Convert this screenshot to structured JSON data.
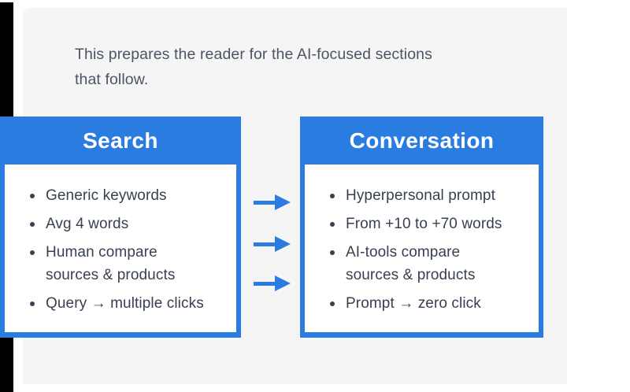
{
  "intro": {
    "text": "This prepares the reader for the AI-focused sections\nthat follow."
  },
  "columns": [
    {
      "title": "Search",
      "items": [
        "Generic keywords",
        "Avg 4 words",
        "Human compare\nsources & products",
        "Query → multiple clicks"
      ]
    },
    {
      "title": "Conversation",
      "items": [
        "Hyperpersonal prompt",
        "From +10 to +70 words",
        "AI-tools compare\nsources & products",
        "Prompt → zero click"
      ]
    }
  ],
  "arrows": {
    "count": 3,
    "direction": "right",
    "y_positions": [
      247,
      300,
      350
    ]
  },
  "colors": {
    "accent_blue": "#2b7ce0",
    "panel_bg": "#f5f5f6",
    "text_dark": "#374151",
    "intro_text": "#4b5563",
    "sidebar_black": "#000000"
  }
}
